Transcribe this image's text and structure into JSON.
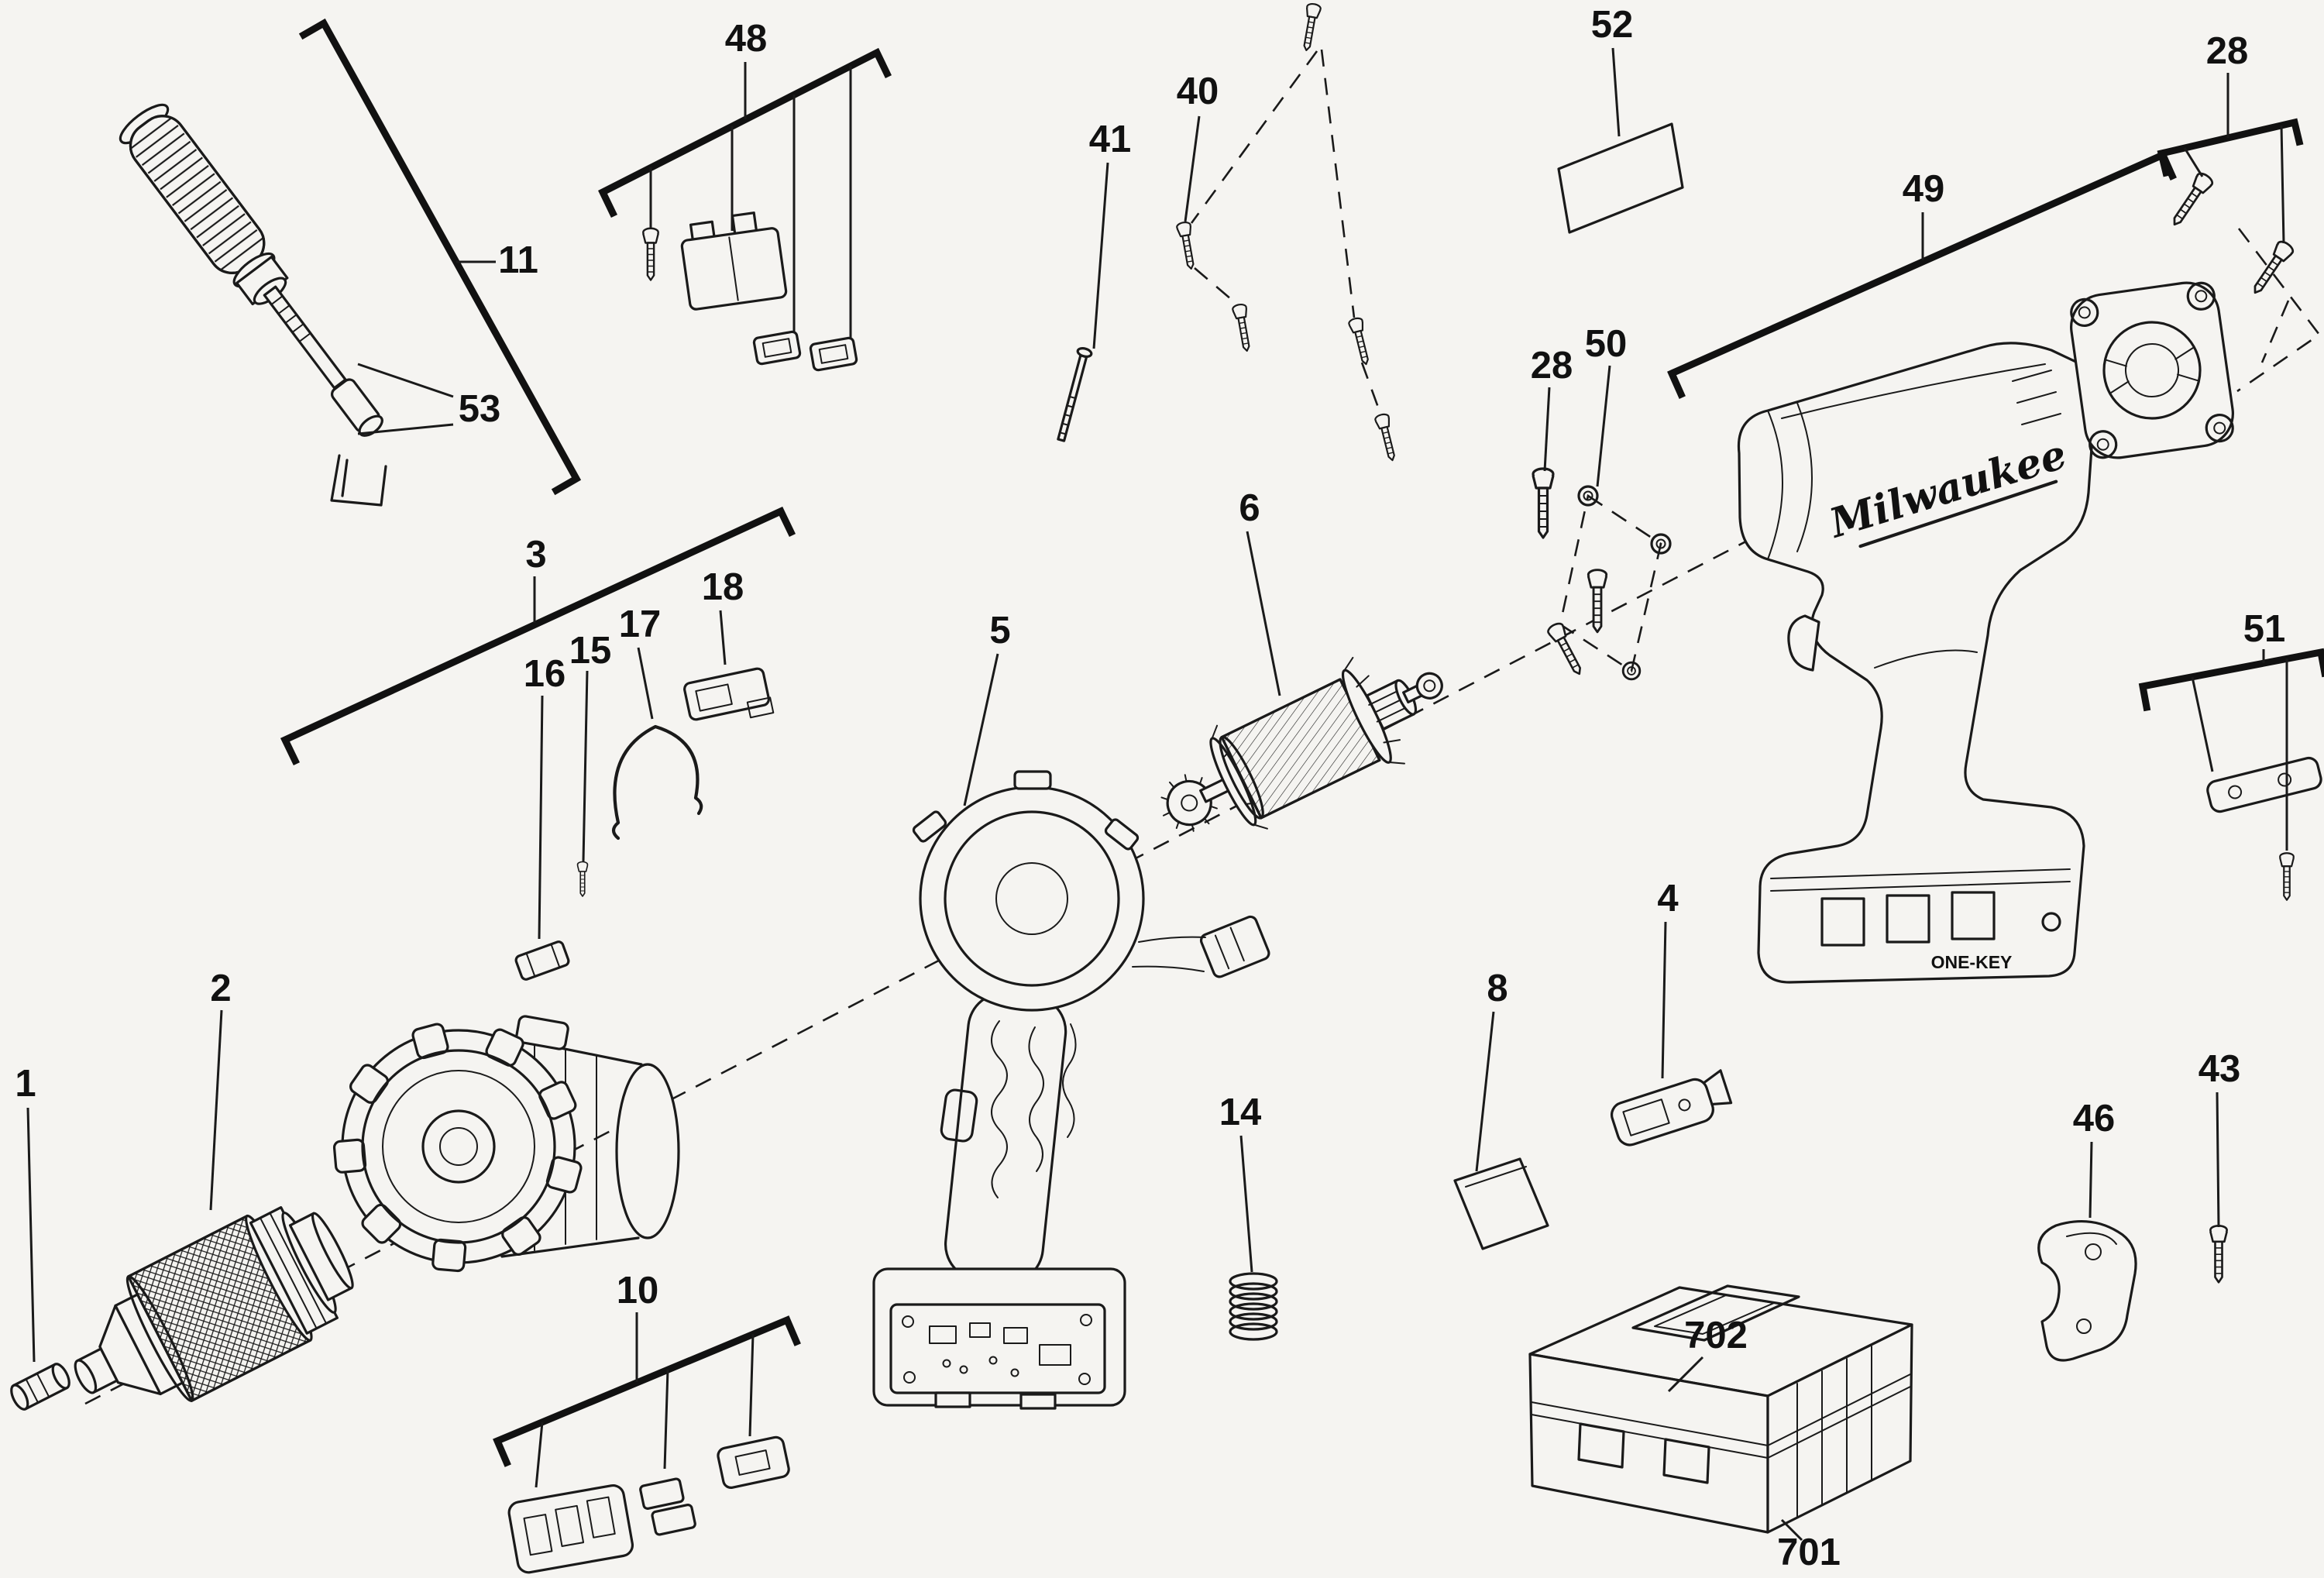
{
  "page": {
    "background": "#f5f4f1",
    "line_color": "#1a1a1a"
  },
  "brand": {
    "logo_text": "Milwaukee",
    "badge_text": "ONE-KEY"
  },
  "callouts": {
    "c1": "1",
    "c2": "2",
    "c3": "3",
    "c4": "4",
    "c5": "5",
    "c6": "6",
    "c8": "8",
    "c10": "10",
    "c11": "11",
    "c14": "14",
    "c15": "15",
    "c16": "16",
    "c17": "17",
    "c18": "18",
    "c28a": "28",
    "c28b": "28",
    "c40": "40",
    "c41": "41",
    "c43": "43",
    "c46": "46",
    "c48": "48",
    "c49": "49",
    "c50": "50",
    "c51": "51",
    "c52": "52",
    "c53": "53",
    "c701": "701",
    "c702": "702"
  }
}
